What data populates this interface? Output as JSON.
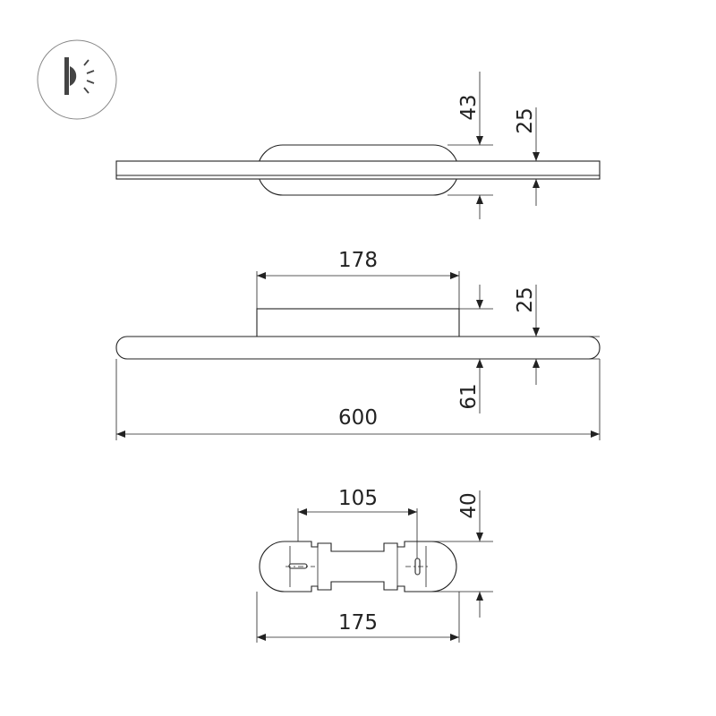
{
  "icon": {
    "name": "wall-lamp-light-icon",
    "color": "#444444"
  },
  "dimensions": {
    "side_total_height": "43",
    "side_plate_height": "25",
    "front_box_width": "178",
    "front_plate_height": "25",
    "front_total_height": "61",
    "front_total_length": "600",
    "mount_hole_spacing": "105",
    "mount_height": "40",
    "mount_width": "175"
  }
}
